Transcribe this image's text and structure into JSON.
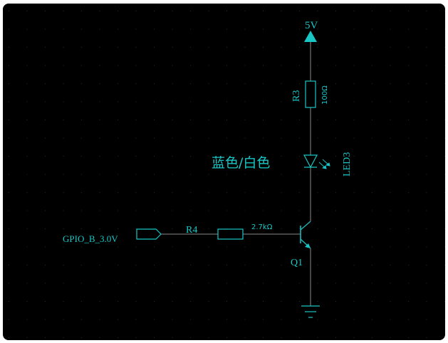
{
  "schematic": {
    "power_label": "5V",
    "r3_ref": "R3",
    "r3_value": "100Ω",
    "led_ref": "LED3",
    "led_color_note": "蓝色/白色",
    "r4_ref": "R4",
    "r4_value": "2.7kΩ",
    "net_label": "GPIO_B_3.0V",
    "q1_ref": "Q1"
  },
  "colors": {
    "background": "#000000",
    "wire": "#8a8a8a",
    "text": "#18c6c6",
    "symbol": "#18c6c6",
    "grid_dot": "#2a2a2a"
  }
}
